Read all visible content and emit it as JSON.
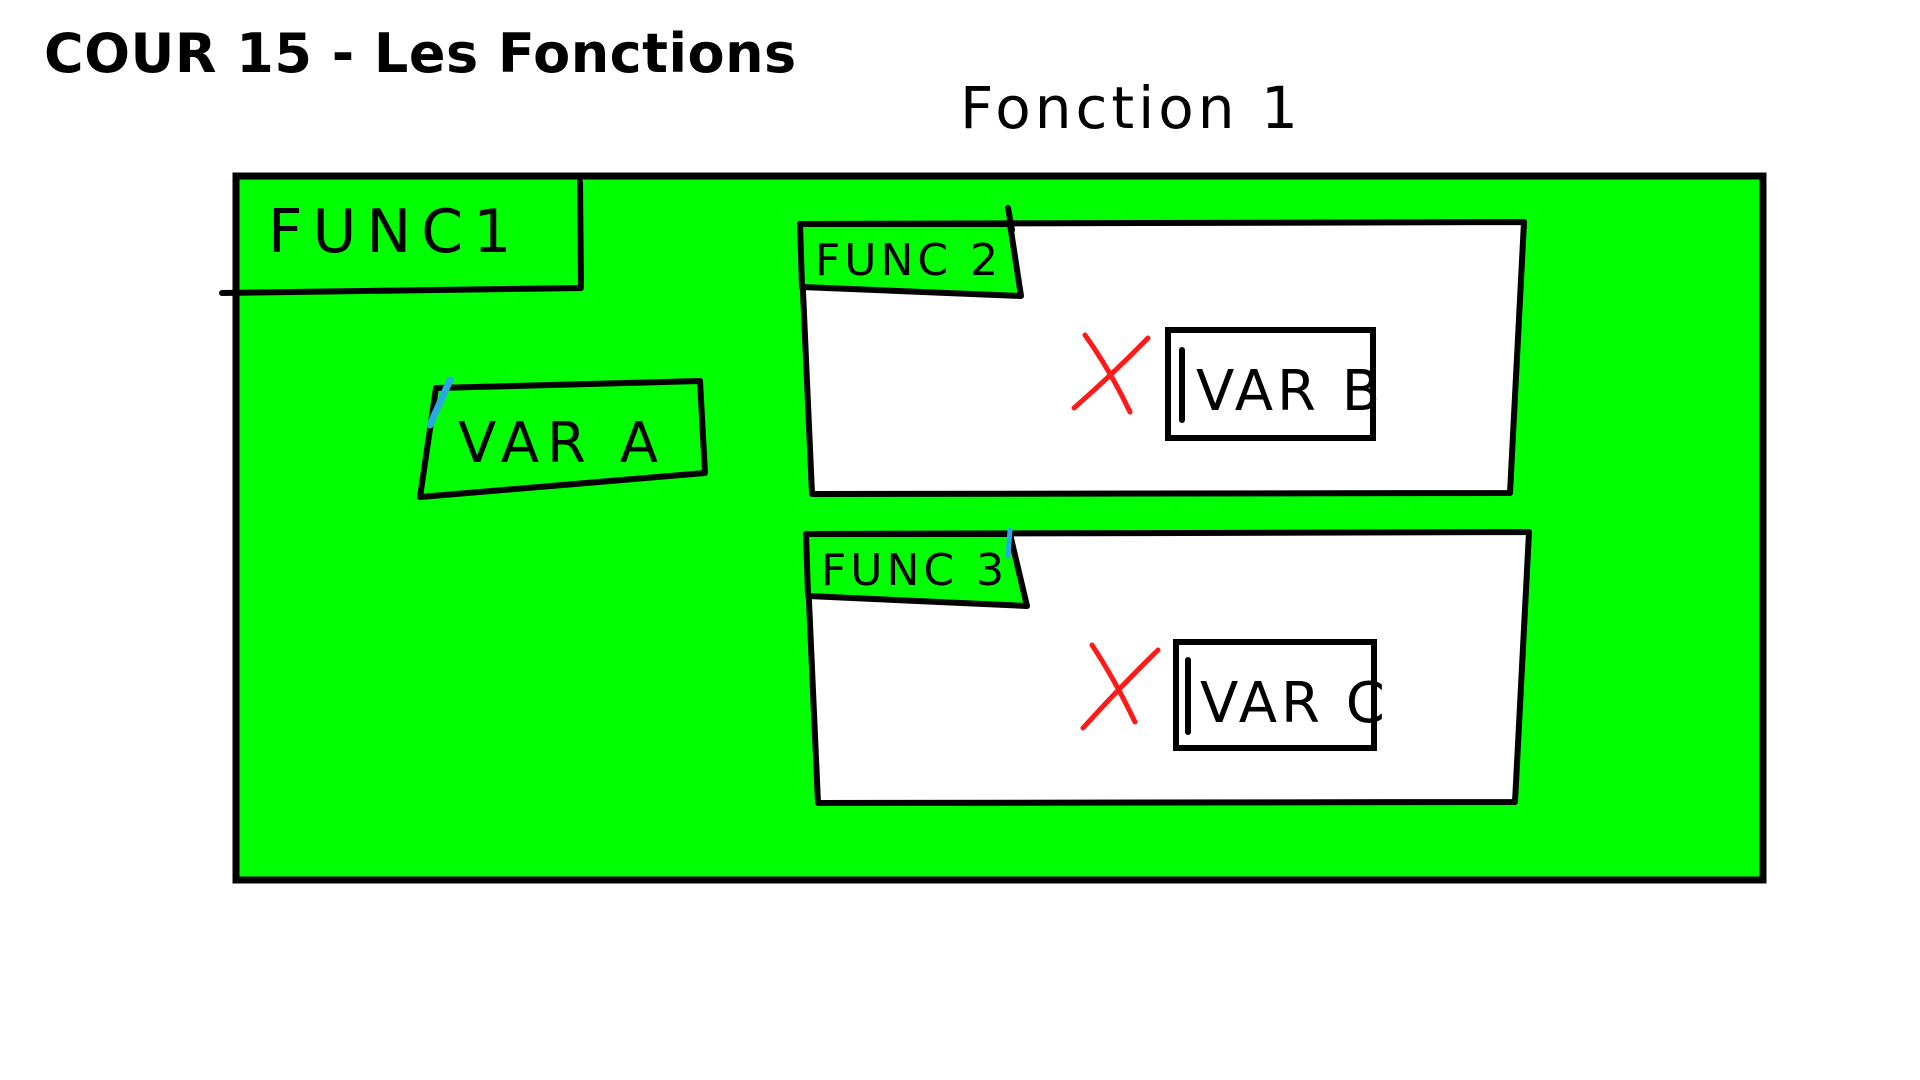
{
  "title": "COUR 15 - Les Fonctions",
  "diagram": {
    "heading": "Fonction 1",
    "outer": {
      "label": "FUNC1",
      "color": "#00ff00"
    },
    "var_a": {
      "label": "VAR A"
    },
    "inner_functions": [
      {
        "label": "FUNC 2",
        "variable": "VAR B",
        "blocked": true
      },
      {
        "label": "FUNC 3",
        "variable": "VAR C",
        "blocked": true
      }
    ]
  }
}
